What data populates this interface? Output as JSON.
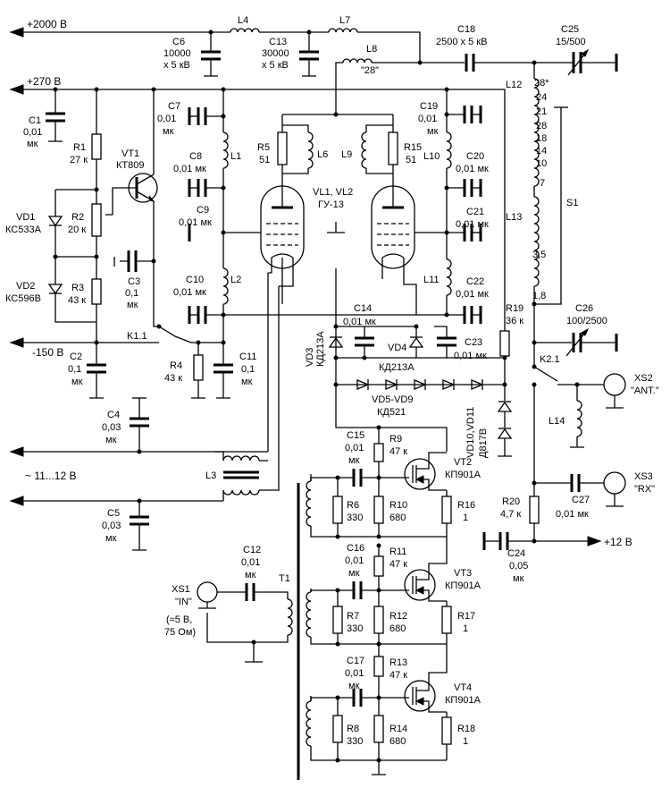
{
  "rails": {
    "hv": "+2000 В",
    "plus270": "+270 В",
    "minus150": "-150 В",
    "ac": "~ 11...12 В",
    "plus12": "+12 В"
  },
  "tubes": [
    "VL1, VL2",
    "ГУ-13"
  ],
  "parts": {
    "C1": [
      "C1",
      "0,01",
      "мк"
    ],
    "R1": [
      "R1",
      "27 к"
    ],
    "VT1": [
      "VT1",
      "КТ809"
    ],
    "VD1": [
      "VD1",
      "КС533А"
    ],
    "R2": [
      "R2",
      "20 к"
    ],
    "VD2": [
      "VD2",
      "КС596В"
    ],
    "R3": [
      "R3",
      "43 к"
    ],
    "C3": [
      "C3",
      "0,1",
      "мк"
    ],
    "C2": [
      "C2",
      "0,1",
      "мк"
    ],
    "K1": [
      "K1.1"
    ],
    "R4": [
      "R4",
      "43 к"
    ],
    "C11": [
      "C11",
      "0,1",
      "мк"
    ],
    "C4": [
      "C4",
      "0,03",
      "мк"
    ],
    "C5": [
      "C5",
      "0,03",
      "мк"
    ],
    "L3": [
      "L3"
    ],
    "C6": [
      "C6",
      "10000",
      "х 5 кВ"
    ],
    "L4": [
      "L4"
    ],
    "C13": [
      "C13",
      "30000",
      "х 5 кВ"
    ],
    "L7": [
      "L7"
    ],
    "L8": [
      "L8",
      "\"28\""
    ],
    "C18": [
      "C18",
      "2500 х 5 кВ"
    ],
    "C25": [
      "C25",
      "15/500"
    ],
    "C7": [
      "C7",
      "0,01",
      "мк"
    ],
    "L1": [
      "L1"
    ],
    "C8": [
      "C8",
      "0,01 мк"
    ],
    "C9": [
      "C9",
      "0,01 мк"
    ],
    "L2": [
      "L2"
    ],
    "C10": [
      "C10",
      "0,01 мк"
    ],
    "R5": [
      "R5",
      "51"
    ],
    "L6": [
      "L6"
    ],
    "L9": [
      "L9"
    ],
    "R15": [
      "R15",
      "51"
    ],
    "C19": [
      "C19",
      "0,01",
      "мк"
    ],
    "L10": [
      "L10"
    ],
    "C20": [
      "C20",
      "0,01 мк"
    ],
    "C21": [
      "C21",
      "0,01 мк"
    ],
    "L11": [
      "L11"
    ],
    "C22": [
      "C22",
      "0,01 мк"
    ],
    "C14": [
      "C14",
      "0,01 мк"
    ],
    "VD3": [
      "VD3",
      "КД213А"
    ],
    "VD4": [
      "VD4",
      "КД213А"
    ],
    "C23": [
      "C23",
      "0,01 мк"
    ],
    "R19": [
      "R19",
      "36 к"
    ],
    "VD5": [
      "VD5-VD9",
      "КД521"
    ],
    "VD10": [
      "VD10,VD11",
      "Д817В"
    ],
    "L12": [
      "L12",
      "28*",
      "24",
      "21",
      "28",
      "18",
      "14",
      "10",
      "7"
    ],
    "L13": [
      "L13",
      "3,5",
      "1,8"
    ],
    "S1": [
      "S1"
    ],
    "C26": [
      "C26",
      "100/2500"
    ],
    "K2": [
      "K2.1"
    ],
    "XS2": [
      "XS2",
      "\"ANT.\""
    ],
    "L14": [
      "L14"
    ],
    "XS3": [
      "XS3",
      "\"RX\""
    ],
    "C27": [
      "C27",
      "0,01 мк"
    ],
    "R20": [
      "R20",
      "4,7 к"
    ],
    "C24": [
      "C24",
      "0,05",
      "мк"
    ],
    "C15": [
      "C15",
      "0,01",
      "мк"
    ],
    "R9": [
      "R9",
      "47 к"
    ],
    "VT2": [
      "VT2",
      "КП901А"
    ],
    "R6": [
      "R6",
      "330"
    ],
    "R10": [
      "R10",
      "680"
    ],
    "R16": [
      "R16",
      "1"
    ],
    "C16": [
      "C16",
      "0,01",
      "мк"
    ],
    "R11": [
      "R11",
      "47 к"
    ],
    "VT3": [
      "VT3",
      "КП901А"
    ],
    "R7": [
      "R7",
      "330"
    ],
    "R12": [
      "R12",
      "680"
    ],
    "R17": [
      "R17",
      "1"
    ],
    "C17": [
      "C17",
      "0,01",
      "мк"
    ],
    "R13": [
      "R13",
      "47 к"
    ],
    "VT4": [
      "VT4",
      "КП901А"
    ],
    "R8": [
      "R8",
      "330"
    ],
    "R14": [
      "R14",
      "680"
    ],
    "R18": [
      "R18",
      "1"
    ],
    "C12": [
      "C12",
      "0,01",
      "мк"
    ],
    "T1": [
      "T1"
    ],
    "XS1": [
      "XS1",
      "\"IN\"",
      "(≈5 В,",
      "75 Ом)"
    ]
  }
}
